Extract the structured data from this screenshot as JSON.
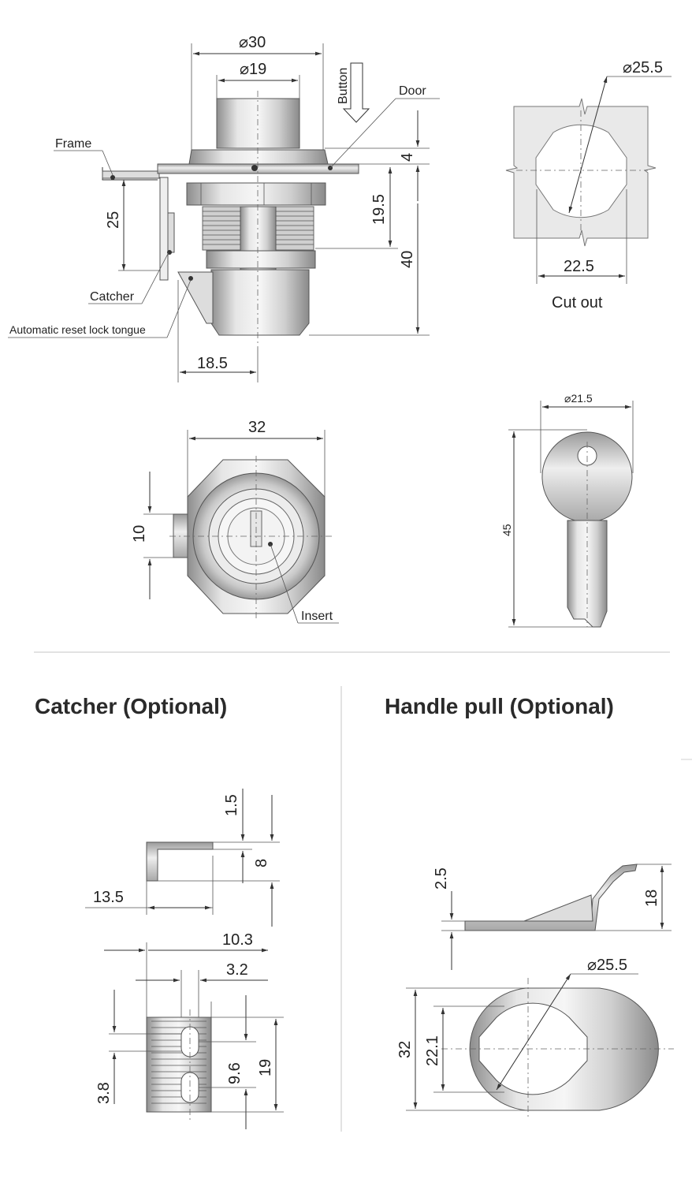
{
  "top_view": {
    "dim_d30": "30",
    "dim_d19": "19",
    "dim_4": "4",
    "dim_19_5": "19.5",
    "dim_40": "40",
    "dim_25": "25",
    "dim_18_5": "18.5",
    "label_button": "Button",
    "label_door": "Door",
    "label_frame": "Frame",
    "label_catcher": "Catcher",
    "label_tongue": "Automatic reset lock tongue"
  },
  "cutout": {
    "dim_d25_5": "25.5",
    "dim_22_5": "22.5",
    "caption": "Cut out"
  },
  "front_view": {
    "dim_32": "32",
    "dim_10": "10",
    "label_insert": "Insert"
  },
  "key": {
    "dim_d21_5": "21.5",
    "dim_45": "45"
  },
  "catcher_section": {
    "title": "Catcher (Optional)",
    "dim_1_5": "1.5",
    "dim_8": "8",
    "dim_13_5": "13.5",
    "dim_10_3": "10.3",
    "dim_3_2": "3.2",
    "dim_3_8": "3.8",
    "dim_9_6": "9.6",
    "dim_19": "19"
  },
  "handle_section": {
    "title": "Handle pull (Optional)",
    "dim_2_5": "2.5",
    "dim_18": "18",
    "dim_d25_5": "25.5",
    "dim_32": "32",
    "dim_22_1": "22.1"
  },
  "symbols": {
    "diameter": "⌀"
  }
}
